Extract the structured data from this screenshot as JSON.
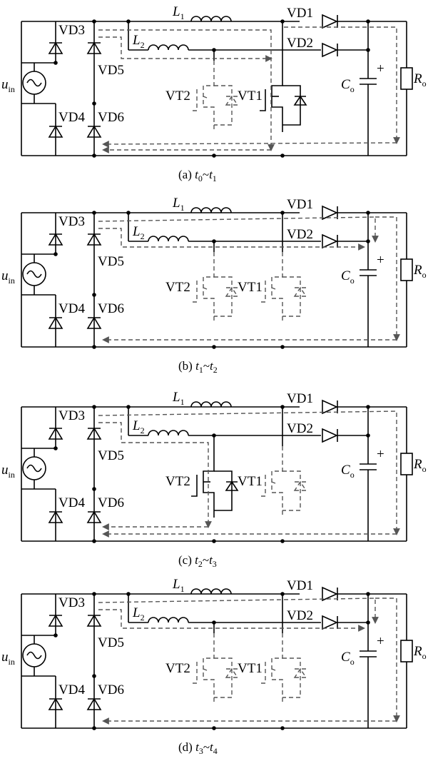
{
  "labels": {
    "vd1": "VD1",
    "vd2": "VD2",
    "vd3": "VD3",
    "vd4": "VD4",
    "vd5": "VD5",
    "vd6": "VD6",
    "vt1": "VT1",
    "vt2": "VT2",
    "l1_main": "L",
    "l1_sub": "1",
    "l2_main": "L",
    "l2_sub": "2",
    "uin_main": "u",
    "uin_sub": "in",
    "co_main": "C",
    "co_sub": "o",
    "ro_main": "R",
    "ro_sub": "o",
    "plus": "+"
  },
  "captions": [
    {
      "prefix": "(a)",
      "t1": "t",
      "s1": "0",
      "sep": "~",
      "t2": "t",
      "s2": "1"
    },
    {
      "prefix": "(b)",
      "t1": "t",
      "s1": "1",
      "sep": "~",
      "t2": "t",
      "s2": "2"
    },
    {
      "prefix": "(c)",
      "t1": "t",
      "s1": "2",
      "sep": "~",
      "t2": "t",
      "s2": "3"
    },
    {
      "prefix": "(d)",
      "t1": "t",
      "s1": "3",
      "sep": "~",
      "t2": "t",
      "s2": "4"
    }
  ]
}
